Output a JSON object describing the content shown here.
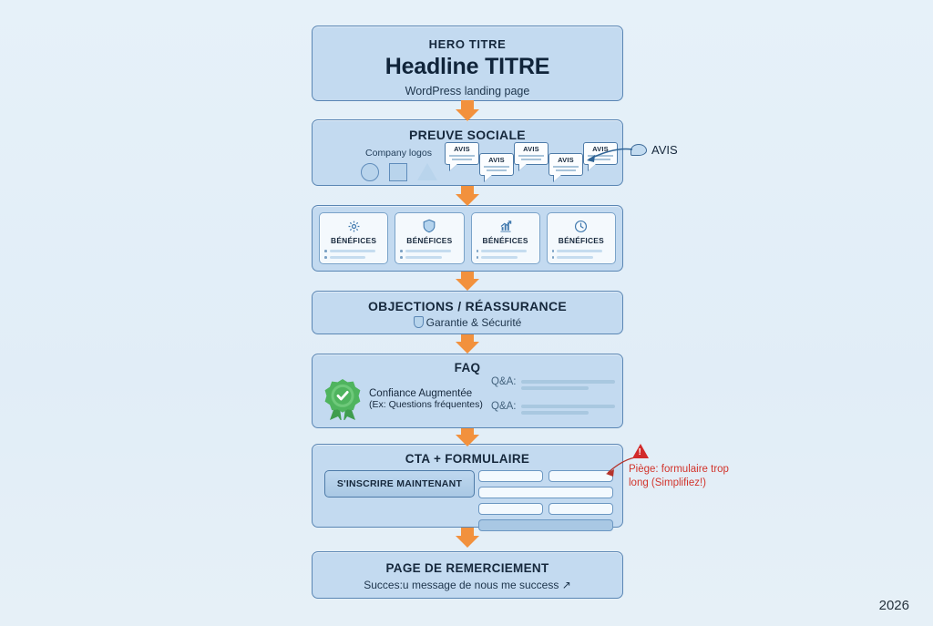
{
  "hero": {
    "kicker": "HERO TITRE",
    "headline": "Headline TITRE",
    "subtitle": "WordPress landing page"
  },
  "social_proof": {
    "title": "PREUVE SOCIALE",
    "logos_label": "Company logos",
    "logo_shapes": [
      "circle",
      "square",
      "triangle"
    ],
    "testimonial_label": "AVIS",
    "testimonial_count": 5,
    "callout_label": "AVIS"
  },
  "benefits": {
    "cards": [
      {
        "icon": "gear-icon",
        "label": "BÉNÉFICES"
      },
      {
        "icon": "shield-icon",
        "label": "BÉNÉFICES"
      },
      {
        "icon": "chart-icon",
        "label": "BÉNÉFICES"
      },
      {
        "icon": "clock-icon",
        "label": "BÉNÉFICES"
      }
    ]
  },
  "objections": {
    "title": "OBJECTIONS / RÉASSURANCE",
    "subtitle": "Garantie & Sécurité"
  },
  "faq": {
    "title": "FAQ",
    "badge_icon": "check-rosette-icon",
    "line1": "Confiance Augmentée",
    "line2": "(Ex: Questions fréquentes)",
    "qa_label": "Q&A:",
    "qa_rows": 2
  },
  "cta": {
    "title": "CTA + FORMULAIRE",
    "button_label": "S'INSCRIRE MAINTENANT",
    "form_rows": [
      {
        "fields": 2,
        "filled": false
      },
      {
        "fields": 1,
        "filled": false
      },
      {
        "fields": 2,
        "filled": false
      },
      {
        "fields": 1,
        "filled": true
      }
    ]
  },
  "warning": {
    "icon": "warning-triangle-icon",
    "text": "Piège: formulaire trop long (Simplifiez!)"
  },
  "thanks": {
    "title": "PAGE DE REMERCIEMENT",
    "subtitle": "Succes:u message de nous me success ↗"
  },
  "footer": {
    "year": "2026"
  },
  "colors": {
    "background": "#e3eff8",
    "box_fill": "#c3daf0",
    "box_border": "#5a86b4",
    "arrow": "#f2913d",
    "warning": "#d2342c",
    "badge_green": "#4caf50"
  }
}
